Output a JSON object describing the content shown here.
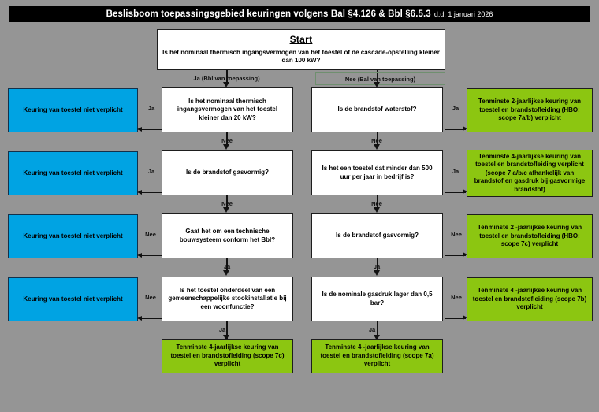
{
  "title": {
    "main": "Beslisboom toepassingsgebied keuringen volgens Bal §4.126 &  Bbl §6.5.3",
    "sub": "d.d. 1 januari 2026"
  },
  "colors": {
    "background": "#959595",
    "titlebar_bg": "#000000",
    "titlebar_text": "#ffffff",
    "decision_bg": "#ffffff",
    "not_required_bg": "#00a3e3",
    "required_bg": "#8cc611",
    "line": "#111111",
    "branch_box_border": "#6f8f6f"
  },
  "start": {
    "heading": "Start",
    "question": "Is het nominaal thermisch ingangsvermogen van het toestel of de cascade-opstelling kleiner dan 100 kW?"
  },
  "top_branches": {
    "left": "Ja (Bbl van toepassing)",
    "right": "Nee (Bal van toepassing)"
  },
  "left_column": {
    "decisions": [
      {
        "text": "Is het nominaal thermisch ingangsvermogen van het toestel kleiner dan 20 kW?",
        "out_side": "Ja",
        "out_down": "Nee"
      },
      {
        "text": "Is de brandstof gasvormig?",
        "out_side": "Ja",
        "out_down": "Nee"
      },
      {
        "text": "Gaat het om een technische bouwsysteem conform het Bbl?",
        "out_side": "Nee",
        "out_down": "Ja"
      },
      {
        "text": "Is het toestel onderdeel van een gemeenschappelijke stookinstallatie bij een woonfunctie?",
        "out_side": "Nee",
        "out_down": "Ja"
      }
    ],
    "outcomes": [
      "Keuring van toestel niet verplicht",
      "Keuring van toestel niet verplicht",
      "Keuring van toestel niet verplicht",
      "Keuring van toestel niet verplicht"
    ],
    "final_outcome": "Tenminste 4-jaarlijkse keuring van toestel en brandstofleiding (scope 7c) verplicht"
  },
  "right_column": {
    "decisions": [
      {
        "text": "Is de brandstof waterstof?",
        "out_side": "Ja",
        "out_down": "Nee"
      },
      {
        "text": "Is het een toestel dat minder dan 500 uur per jaar in bedrijf is?",
        "out_side": "Ja",
        "out_down": "Nee"
      },
      {
        "text": "Is de brandstof gasvormig?",
        "out_side": "Nee",
        "out_down": "Ja"
      },
      {
        "text": "Is de nominale gasdruk lager dan 0,5 bar?",
        "out_side": "Nee",
        "out_down": "Ja"
      }
    ],
    "outcomes": [
      "Tenminste 2-jaarlijkse keuring van toestel en brandstofleiding (HBO: scope 7a/b) verplicht",
      "Tenminste 4-jaarlijkse keuring van toestel en brandstofleiding verplicht (scope 7 a/b/c afhankelijk van brandstof en gasdruk bij gasvormige brandstof)",
      "Tenminste 2 -jaarlijkse keuring van toestel en brandstofleiding (HBO: scope 7c) verplicht",
      "Tenminste 4 -jaarlijkse keuring van toestel en brandstofleiding (scope 7b) verplicht"
    ],
    "final_outcome": "Tenminste 4 -jaarlijkse keuring van toestel en brandstofleiding (scope 7a) verplicht"
  }
}
